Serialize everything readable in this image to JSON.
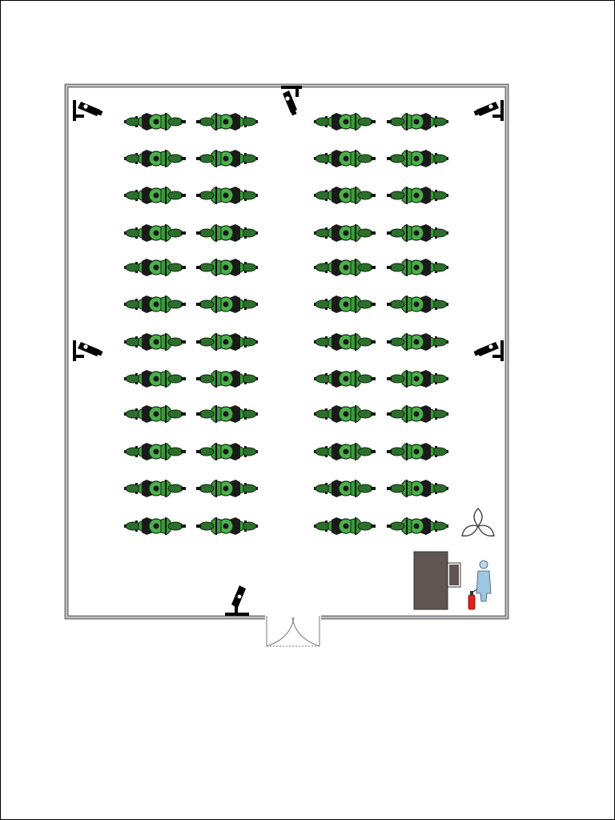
{
  "floor_plan": {
    "motorcycle_color": "#3a9a3a",
    "motorcycle_dark": "#1f5a1f",
    "wall_color": "#7a7a7a",
    "camera_color": "#000000",
    "desk_color": "#5f5552",
    "rows": 12,
    "bikes_per_row": 4,
    "cameras": [
      {
        "id": "camera-top-left",
        "icon": "cctv-camera-icon"
      },
      {
        "id": "camera-top-center",
        "icon": "cctv-camera-icon"
      },
      {
        "id": "camera-top-right",
        "icon": "cctv-camera-icon"
      },
      {
        "id": "camera-mid-left",
        "icon": "cctv-camera-icon"
      },
      {
        "id": "camera-mid-right",
        "icon": "cctv-camera-icon"
      },
      {
        "id": "camera-bottom",
        "icon": "cctv-camera-icon"
      }
    ],
    "fixtures": [
      {
        "id": "ceiling-fan",
        "icon": "fan-icon"
      },
      {
        "id": "desk",
        "icon": "desk-icon"
      },
      {
        "id": "attendant",
        "icon": "person-icon"
      },
      {
        "id": "fire-extinguisher",
        "icon": "fire-extinguisher-icon"
      },
      {
        "id": "entrance-door",
        "icon": "double-door-icon"
      }
    ]
  }
}
